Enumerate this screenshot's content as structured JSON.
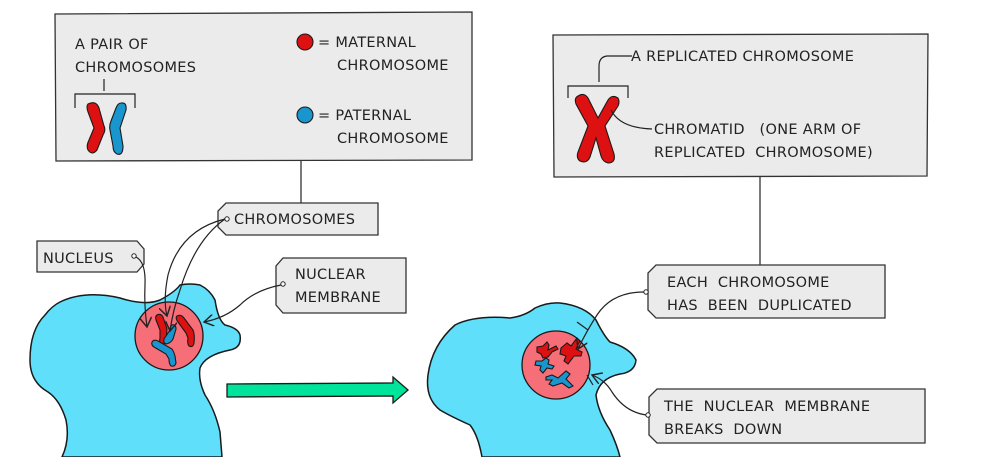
{
  "diagram": {
    "topic": "Chromosome replication before cell division",
    "colors": {
      "maternal": "#dd1111",
      "paternal": "#1a96cf",
      "cytoplasm": "#5fdffa",
      "nucleus": "#f56e78",
      "arrow": "#00e39a",
      "label_box": "#ebebeb"
    },
    "key_box_left": {
      "pair_label_line1": "A PAIR OF",
      "pair_label_line2": "CHROMOSOMES",
      "maternal_line1": "= MATERNAL",
      "maternal_line2": "CHROMOSOME",
      "paternal_line1": "= PATERNAL",
      "paternal_line2": "CHROMOSOME"
    },
    "key_box_right": {
      "replicated_label": "A REPLICATED CHROMOSOME",
      "chromatid_line1": "CHROMATID   (ONE ARM OF",
      "chromatid_line2": "REPLICATED  CHROMOSOME)"
    },
    "left_cell_labels": {
      "nucleus": "NUCLEUS",
      "chromosomes": "CHROMOSOMES",
      "nuclear_membrane_line1": "NUCLEAR",
      "nuclear_membrane_line2": "MEMBRANE"
    },
    "right_cell_labels": {
      "duplicated_line1": "EACH  CHROMOSOME",
      "duplicated_line2": "HAS  BEEN  DUPLICATED",
      "membrane_line1": "THE  NUCLEAR  MEMBRANE",
      "membrane_line2": "BREAKS  DOWN"
    },
    "process_arrow": "right-arrow"
  }
}
